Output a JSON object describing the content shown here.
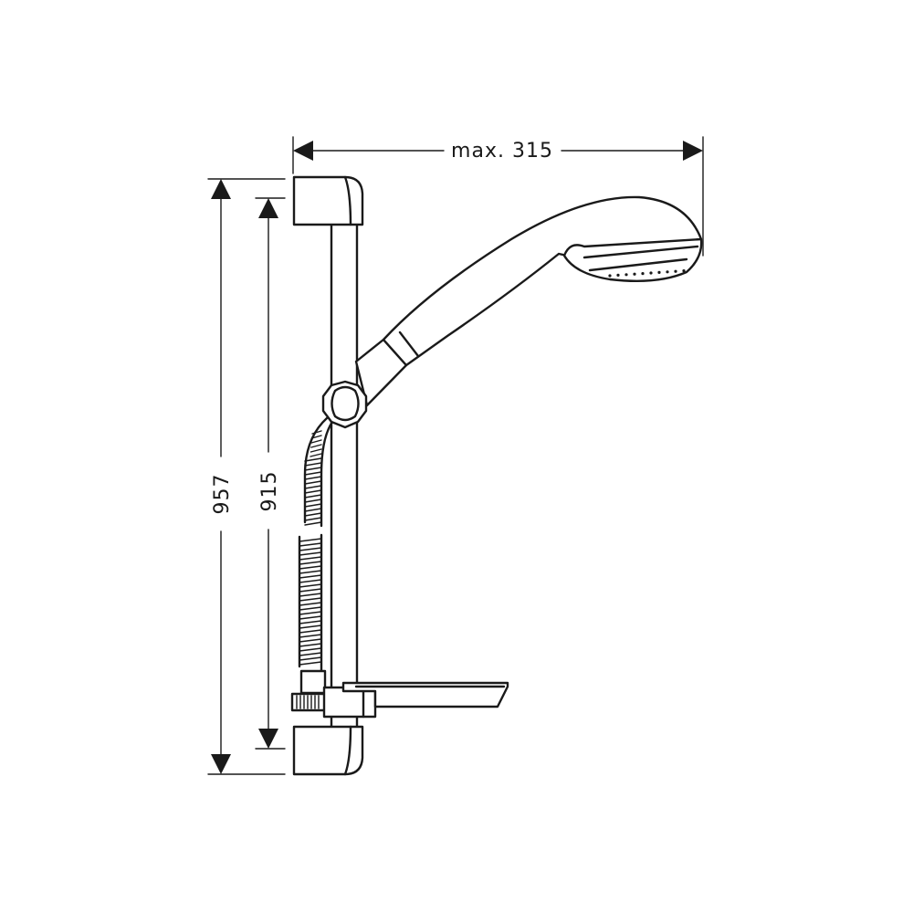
{
  "dimensions": {
    "width_label": "max. 315",
    "outer_height_label": "957",
    "inner_height_label": "915"
  }
}
